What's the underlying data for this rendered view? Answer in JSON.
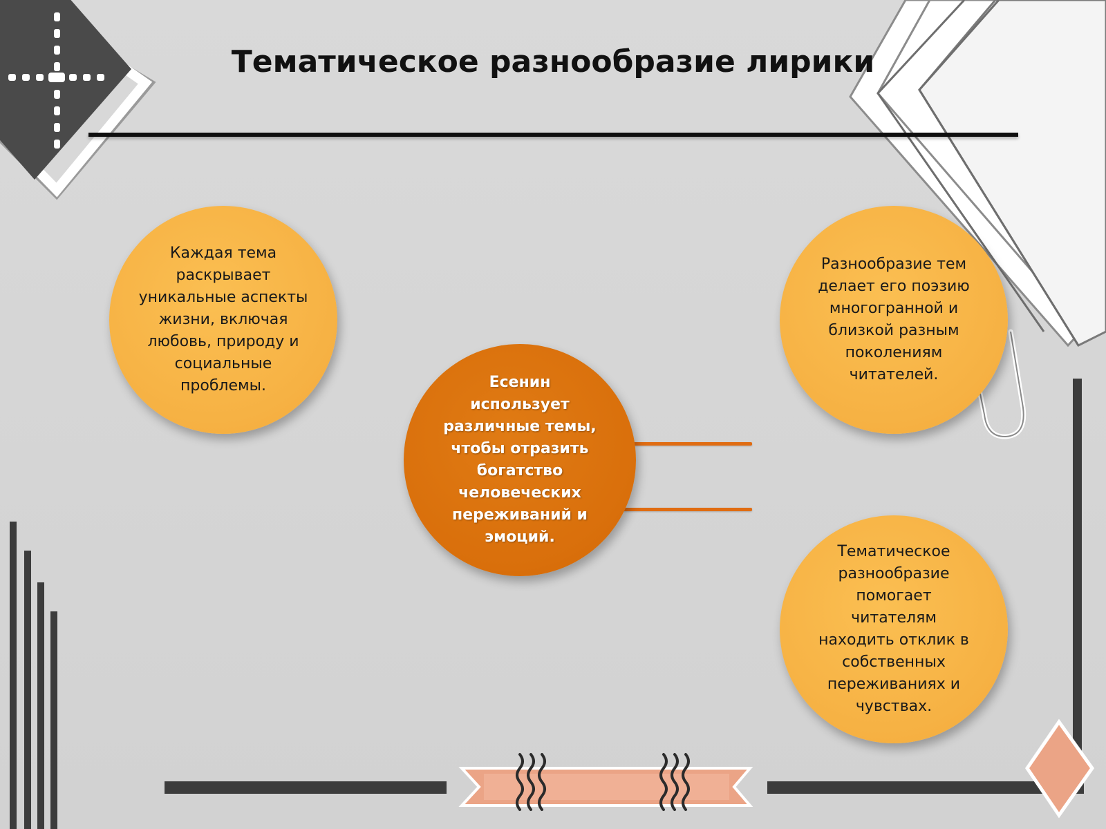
{
  "title": "Тематическое разнообразие лирики",
  "diagram": {
    "center": "Есенин использует различные темы, чтобы отразить богатство человеческих переживаний и эмоций.",
    "left": "Каждая тема раскрывает уникальные аспекты жизни, включая любовь, природу и социальные проблемы.",
    "top_right": "Разнообразие тем делает его поэзию многогранной и близкой разным поколениям читателей.",
    "bottom_right": "Тематическое разнообразие помогает читателям находить отклик в собственных переживаниях и чувствах."
  },
  "colors": {
    "background": "#d4d4d4",
    "center_circle": "#d96f0b",
    "outer_circles": "#f6b143",
    "connector": "#e06c12",
    "ribbon": "#eba486",
    "frame": "#3c3c3c"
  }
}
